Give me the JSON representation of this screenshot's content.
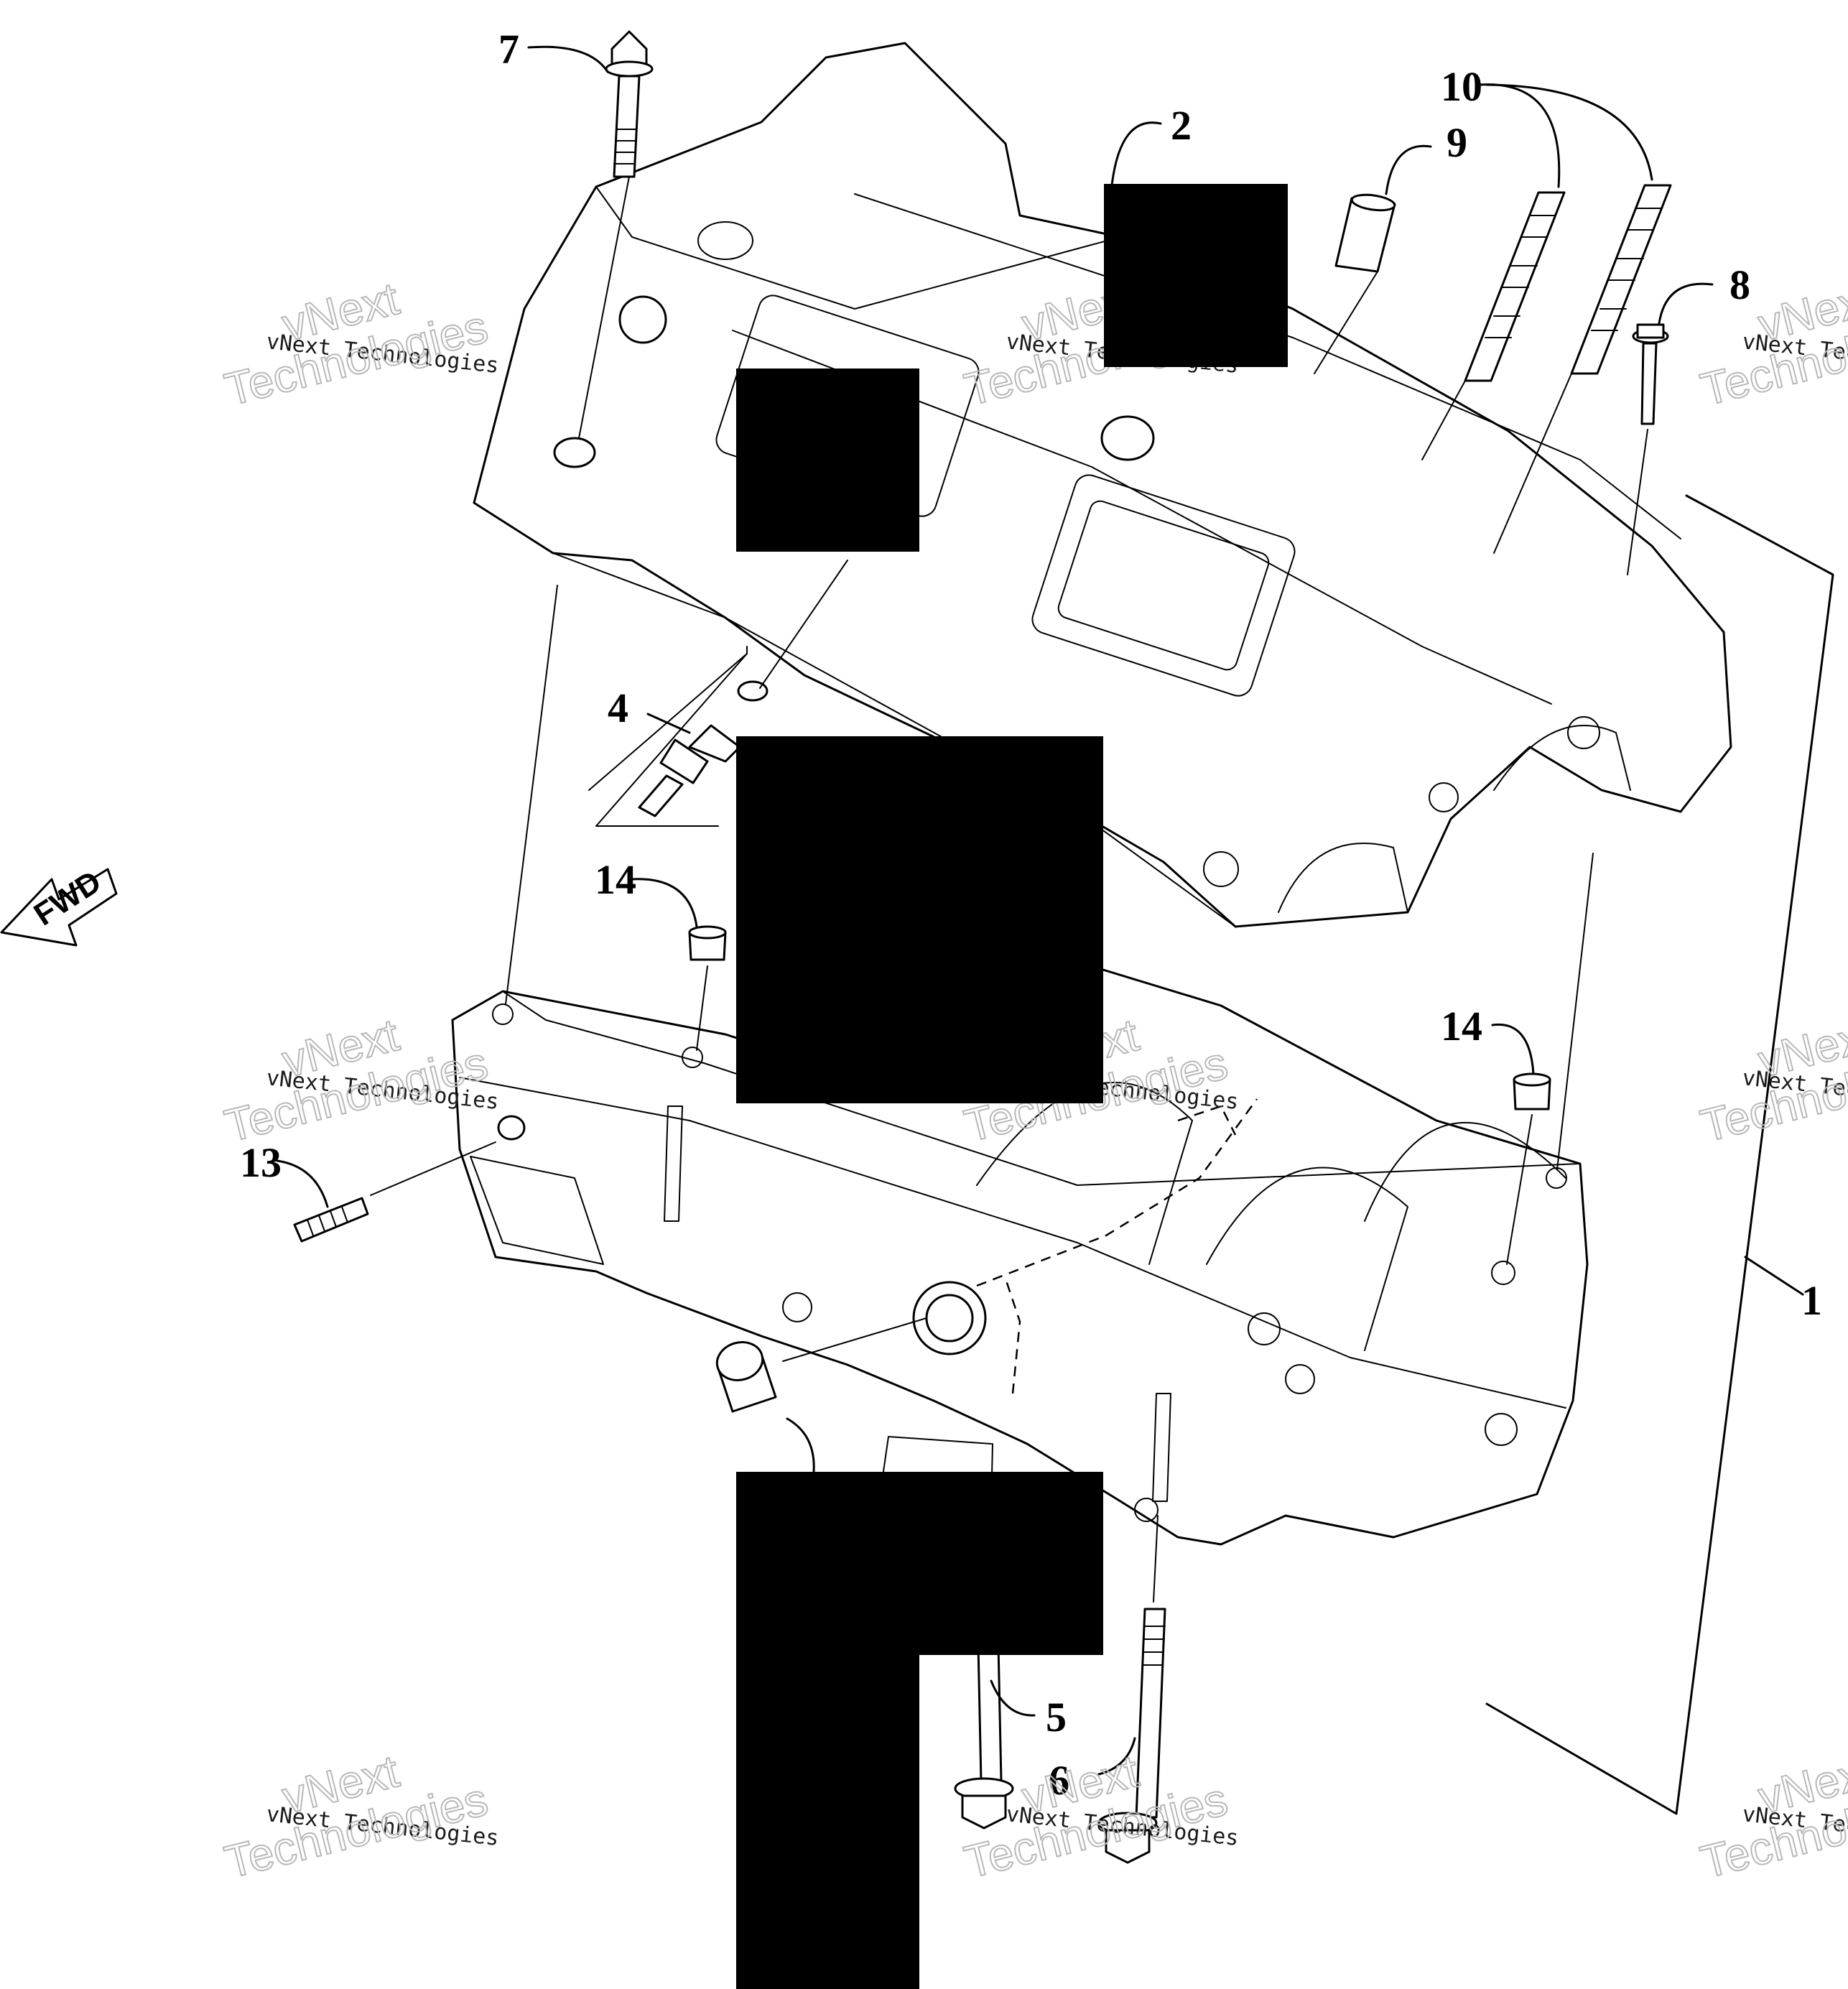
{
  "diagram": {
    "callouts": [
      "1",
      "2",
      "4",
      "5",
      "6",
      "7",
      "8",
      "9",
      "10",
      "13",
      "14",
      "14"
    ],
    "direction_label": "FWD",
    "watermark": {
      "line1": "vNext Technologies",
      "line2": "vNext",
      "line3": "Technologies"
    }
  },
  "colors": {
    "ink": "#000000",
    "background": "#ffffff",
    "redaction": "#000000",
    "watermark_outline": "#b8b8b8"
  },
  "icons": {
    "fwd": "fwd-arrow-icon"
  }
}
